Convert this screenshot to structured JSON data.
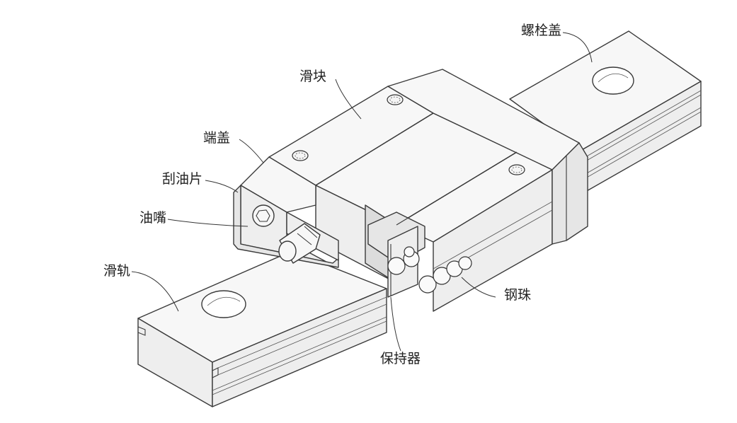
{
  "labels": {
    "bolt_cap": "螺栓盖",
    "slider_block": "滑块",
    "end_cap": "端盖",
    "scraper": "刮油片",
    "grease_nipple": "油嘴",
    "rail": "滑轨",
    "steel_ball": "钢珠",
    "retainer": "保持器"
  }
}
